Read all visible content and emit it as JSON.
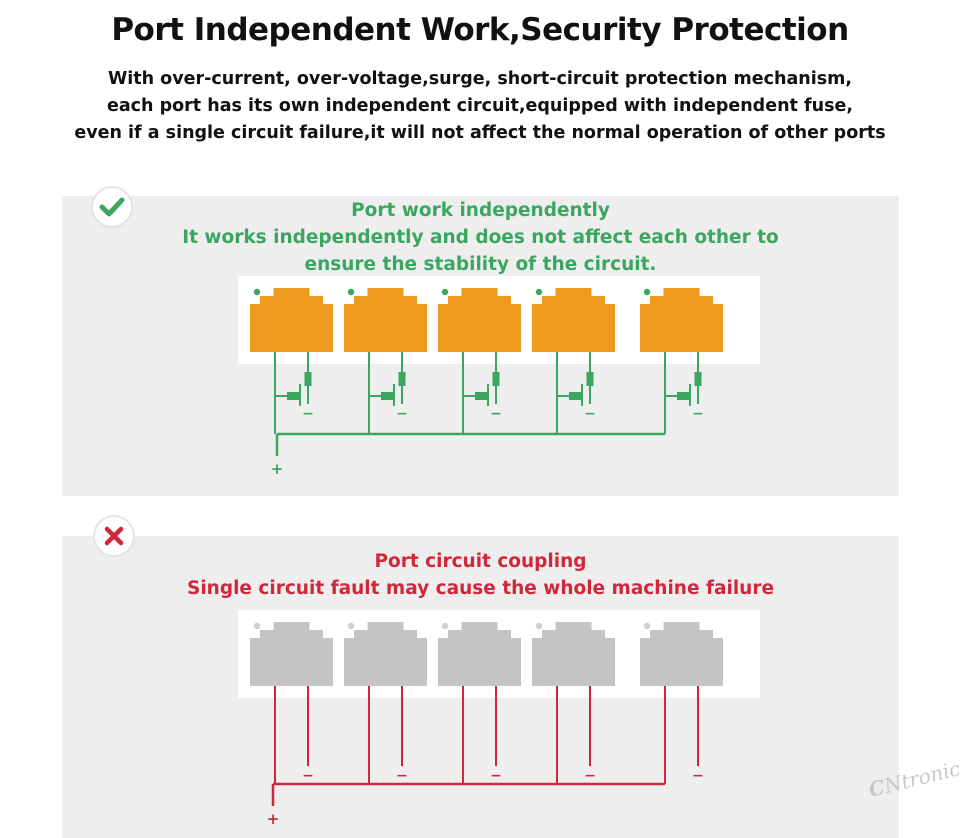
{
  "header": {
    "title": "Port Independent Work,Security Protection",
    "description_lines": [
      "With over-current, over-voltage,surge, short-circuit protection mechanism,",
      "each port has its own independent circuit,equipped with independent fuse,",
      "even if a single circuit failure,it will not affect the normal operation of other ports"
    ]
  },
  "good_panel": {
    "icon": "check-icon",
    "title": "Port work independently",
    "lines": [
      "It works independently and does not affect each other to",
      "ensure the stability of the circuit."
    ],
    "port_count": 5,
    "port_color": "#ee9a1e",
    "wire_color": "#3aa660",
    "positive_symbol": "+",
    "negative_symbol": "−"
  },
  "bad_panel": {
    "icon": "x-icon",
    "title": "Port circuit coupling",
    "lines": [
      "Single circuit fault may cause the whole machine failure"
    ],
    "port_count": 5,
    "port_color": "#c4c4c4",
    "wire_color": "#d0283a",
    "positive_symbol": "+",
    "negative_symbol": "−"
  },
  "watermark": {
    "text": "Ntronic"
  }
}
